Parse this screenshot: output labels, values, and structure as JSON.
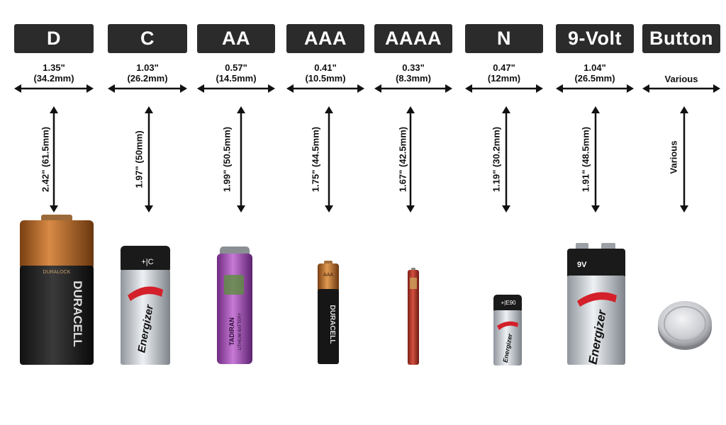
{
  "batteries": [
    {
      "size": "D",
      "diameter_in": "1.35\"",
      "diameter_mm": "(34.2mm)",
      "height": "2.42\" (61.5mm)",
      "brand": "DURACELL",
      "brand_sub": "DURALOCK"
    },
    {
      "size": "C",
      "diameter_in": "1.03\"",
      "diameter_mm": "(26.2mm)",
      "height": "1.97\" (50mm)",
      "brand": "Energizer",
      "cap_mark": "+|C"
    },
    {
      "size": "AA",
      "diameter_in": "0.57\"",
      "diameter_mm": "(14.5mm)",
      "height": "1.99\" (50.5mm)",
      "brand": "TADIRAN",
      "brand_sub": "LITHIUM BATTERY"
    },
    {
      "size": "AAA",
      "diameter_in": "0.41\"",
      "diameter_mm": "(10.5mm)",
      "height": "1.75\" (44.5mm)",
      "brand": "DURACELL",
      "cap_mark": "AAA"
    },
    {
      "size": "AAAA",
      "diameter_in": "0.33\"",
      "diameter_mm": "(8.3mm)",
      "height": "1.67\" (42.5mm)"
    },
    {
      "size": "N",
      "diameter_in": "0.47\"",
      "diameter_mm": "(12mm)",
      "height": "1.19\" (30.2mm)",
      "brand": "Energizer",
      "cap_mark": "+|E90"
    },
    {
      "size": "9-Volt",
      "diameter_in": "1.04\"",
      "diameter_mm": "(26.5mm)",
      "height": "1.91\" (48.5mm)",
      "brand": "Energizer",
      "cap_mark": "9V"
    },
    {
      "size": "Button",
      "diameter_in": "",
      "diameter_mm": "Various",
      "height": "Various"
    }
  ],
  "colors": {
    "label_bg": "#2b2b2b",
    "duracell_copper": "#b4672a",
    "energizer_silver": "#c7ccd2",
    "tadiran_purple": "#a54fb7",
    "aaaa_red": "#c0392b"
  }
}
